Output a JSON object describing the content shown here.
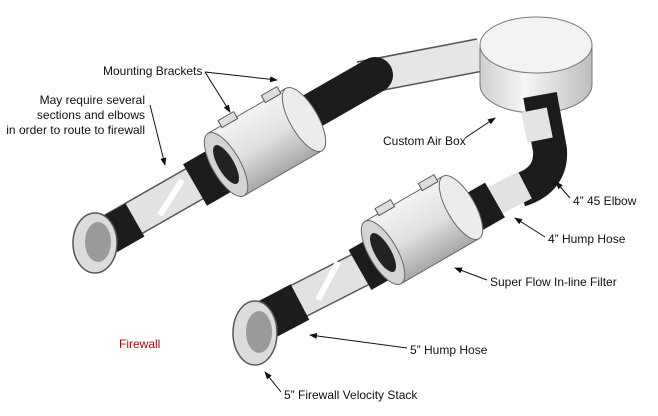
{
  "labels": {
    "mounting_brackets": "Mounting Brackets",
    "routing_note": [
      "May require several",
      "sections and elbows",
      "in order to route to firewall"
    ],
    "custom_air_box": "Custom Air Box",
    "elbow": "4” 45 Elbow",
    "hump_hose_4": "4” Hump Hose",
    "filter": "Super Flow In-line Filter",
    "hump_hose_5": "5” Hump Hose",
    "velocity_stack": "5” Firewall Velocity Stack",
    "firewall": "Firewall"
  },
  "colors": {
    "firewall": "#c00000",
    "pipe": "#d8d8d8",
    "hose": "#1a1a1a"
  }
}
